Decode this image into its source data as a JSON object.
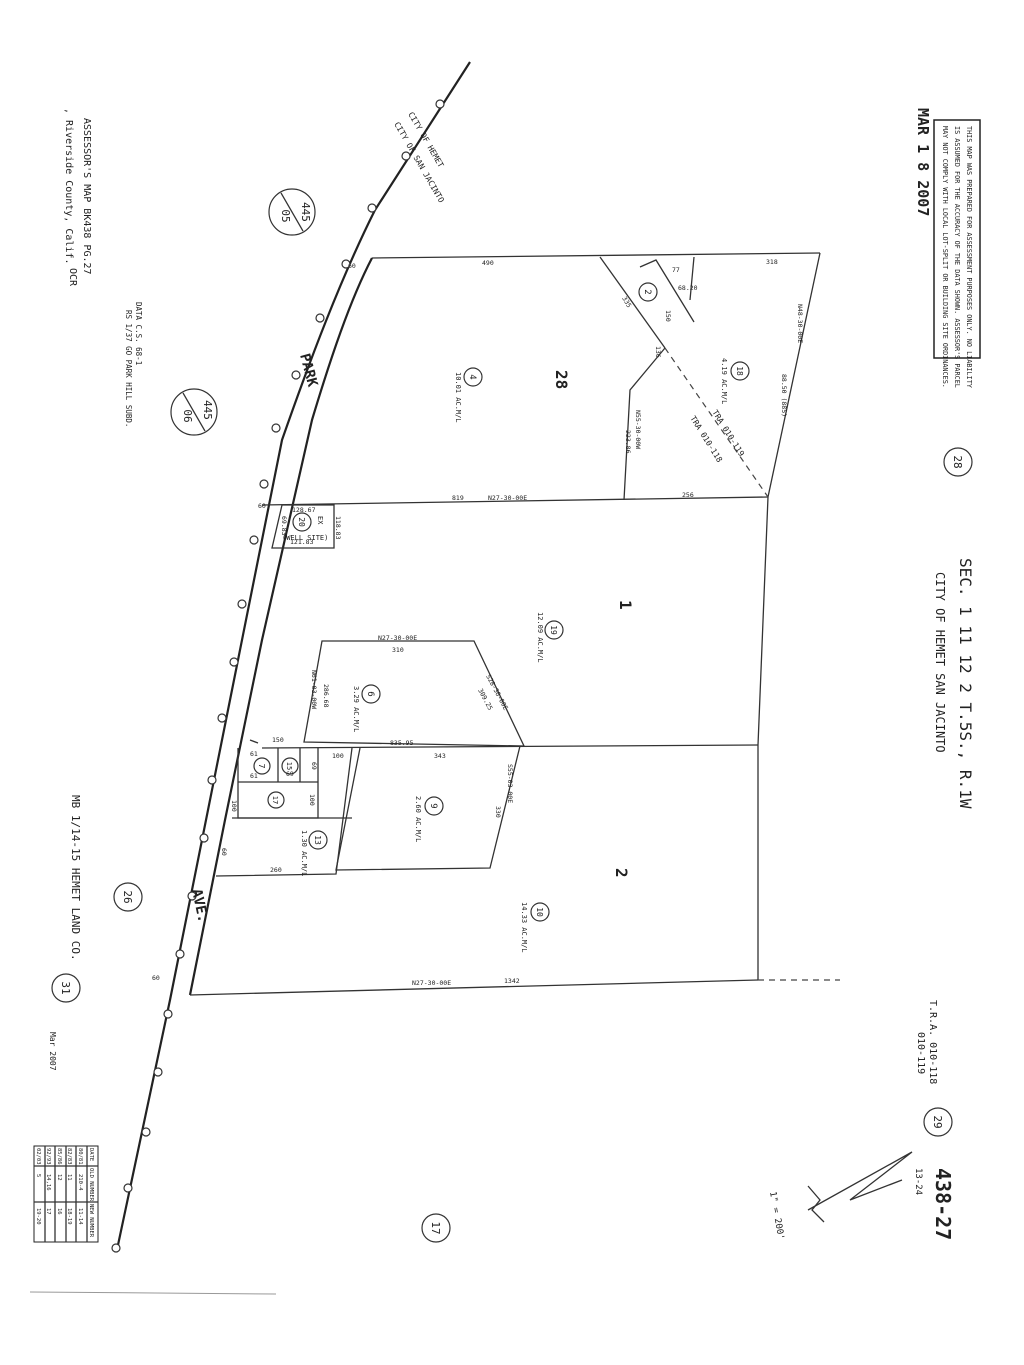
{
  "notice": {
    "line1": "THIS MAP WAS PREPARED FOR ASSESSMENT PURPOSES ONLY. NO LIABILITY",
    "line2": "IS ASSUMED FOR THE ACCURACY OF THE DATA SHOWN. ASSESSOR'S PARCEL",
    "line3": "MAY NOT COMPLY WITH LOCAL LOT-SPLIT OR BUILDING SITE ORDINANCES."
  },
  "stamp_date": "MAR 1 8 2007",
  "section": {
    "line1": "SEC. 1 11 12 2 T.5S., R.1W",
    "line2": "CITY OF HEMET  SAN JACINTO"
  },
  "tra": {
    "line1": "T.R.A. 010-118",
    "line2": "010-119"
  },
  "page_number": "438-27",
  "page_sub": "13-24",
  "scale_note": "1\" = 200'",
  "assessor": {
    "line1": "ASSESSOR'S MAP BK438 PG.27",
    "line2": ", Riverside County, Calif.",
    "initials": "OCR"
  },
  "data_note": {
    "line1": "DATA C.S. 68-1",
    "line2": "RS 1/37 GO PARK HILL SUBD."
  },
  "mb_note": "MB  1/14-15 HEMET LAND CO.",
  "map_date": "Mar 2007",
  "city_label": {
    "line1": "CITY OF HEMET",
    "line2": "CITY OF SAN JACINTO"
  },
  "road": {
    "park": "PARK",
    "ave": "AVE."
  },
  "adjacent_maps": [
    {
      "top": "445",
      "bottom": "05"
    },
    {
      "top": "445",
      "bottom": "06"
    }
  ],
  "adjacent_circles": [
    "28",
    "29",
    "26",
    "31",
    "17"
  ],
  "lots": {
    "lot_28": "28",
    "lot_1": "1",
    "lot_2": "2"
  },
  "parcels": [
    {
      "num": "2"
    },
    {
      "num": "4",
      "area": "10.01 AC.M/L"
    },
    {
      "num": "18",
      "area": "4.19 AC.M/L"
    },
    {
      "num": "20",
      "area": "EX"
    },
    {
      "num": "19",
      "area": "12.09 AC.M/L"
    },
    {
      "num": "6",
      "area": "3.29 AC.M/L"
    },
    {
      "num": "7"
    },
    {
      "num": "15"
    },
    {
      "num": "17"
    },
    {
      "num": "9",
      "area": "2.60 AC.M/L"
    },
    {
      "num": "13",
      "area": "1.30 AC.M/L"
    },
    {
      "num": "10",
      "area": "14.33 AC.M/L"
    }
  ],
  "tra_labels": {
    "a": "TRA  010-119",
    "b": "TRA  010-118"
  },
  "well_site": "(WELL SITE)",
  "dims": {
    "d490": "490",
    "d318": "318",
    "d77": "77",
    "d68": "68.20",
    "d335": "335",
    "d150": "150",
    "d136": "136",
    "d60a": "60",
    "d60b": "60",
    "d60c": "60",
    "n4830e": "N48-30-00E",
    "d88050": "88.50 (885)",
    "n2730e_top": "N27-30-00E",
    "d819": "819",
    "d256": "256",
    "n5530w": "N55-30-00W",
    "d22386": "223.86",
    "w128": "128.67",
    "w121": "121.83",
    "w69": "69.83",
    "w118": "118.83",
    "n2730e_mid": "N27-30-00E",
    "d310": "310",
    "n6103": "N61-03-00W",
    "d286": "286.68",
    "n2830e": "S28-30-00E",
    "d309": "309.25",
    "d150b": "150",
    "d835": "835.95",
    "d100": "100",
    "d343": "343",
    "s5503": "S55-03-00E",
    "d330": "330",
    "d61a": "61",
    "d61b": "61",
    "d69a": "69",
    "d69b": "69",
    "d100b": "100",
    "d100c": "100",
    "d260": "260",
    "d60d": "60",
    "n2730w": "N27-30-00E",
    "d1342": "1342"
  },
  "table": {
    "headers": [
      "DATE",
      "OLD NUMBER",
      "NEW NUMBER"
    ],
    "rows": [
      [
        "80/81",
        "210-4",
        "11-14"
      ],
      [
        "82/83",
        "11",
        "18-19"
      ],
      [
        "85/86",
        "12",
        "16"
      ],
      [
        "92/93",
        "14,16",
        "17"
      ],
      [
        "02/03",
        "5",
        "19-20"
      ]
    ]
  }
}
